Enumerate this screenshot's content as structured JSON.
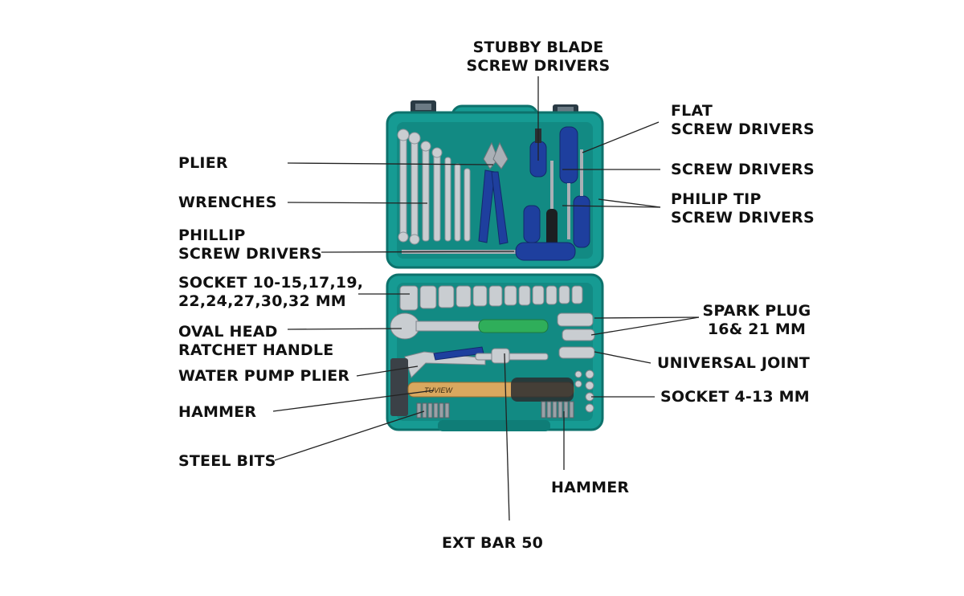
{
  "colors": {
    "case": "#169b93",
    "case_dark": "#0d726c",
    "handle_blue": "#1e3f9e",
    "handle_green": "#2fae5a",
    "metal": "#c9cdd1",
    "wood": "#d9a85f",
    "leader": "#222222"
  },
  "brand": "TUVIEW",
  "labels": {
    "stubby": [
      "STUBBY BLADE",
      "SCREW DRIVERS"
    ],
    "flat": [
      "FLAT",
      "SCREW DRIVERS"
    ],
    "screwdrivers": "SCREW DRIVERS",
    "philip_tip": [
      "PHILIP TIP",
      "SCREW DRIVERS"
    ],
    "plier": "PLIER",
    "wrenches": "WRENCHES",
    "phillip": [
      "PHILLIP",
      "SCREW DRIVERS"
    ],
    "socket_big": [
      "SOCKET 10-15,17,19,",
      "22,24,27,30,32 MM"
    ],
    "oval": [
      "OVAL HEAD",
      "RATCHET HANDLE"
    ],
    "water_pump": "WATER PUMP PLIER",
    "hammer_left": "HAMMER",
    "steel_bits": "STEEL BITS",
    "spark_plug": [
      "SPARK PLUG",
      "16& 21 MM"
    ],
    "universal": "UNIVERSAL JOINT",
    "socket_small": "SOCKET 4-13 MM",
    "hammer_bottom": "HAMMER",
    "ext_bar": "EXT BAR 50"
  }
}
